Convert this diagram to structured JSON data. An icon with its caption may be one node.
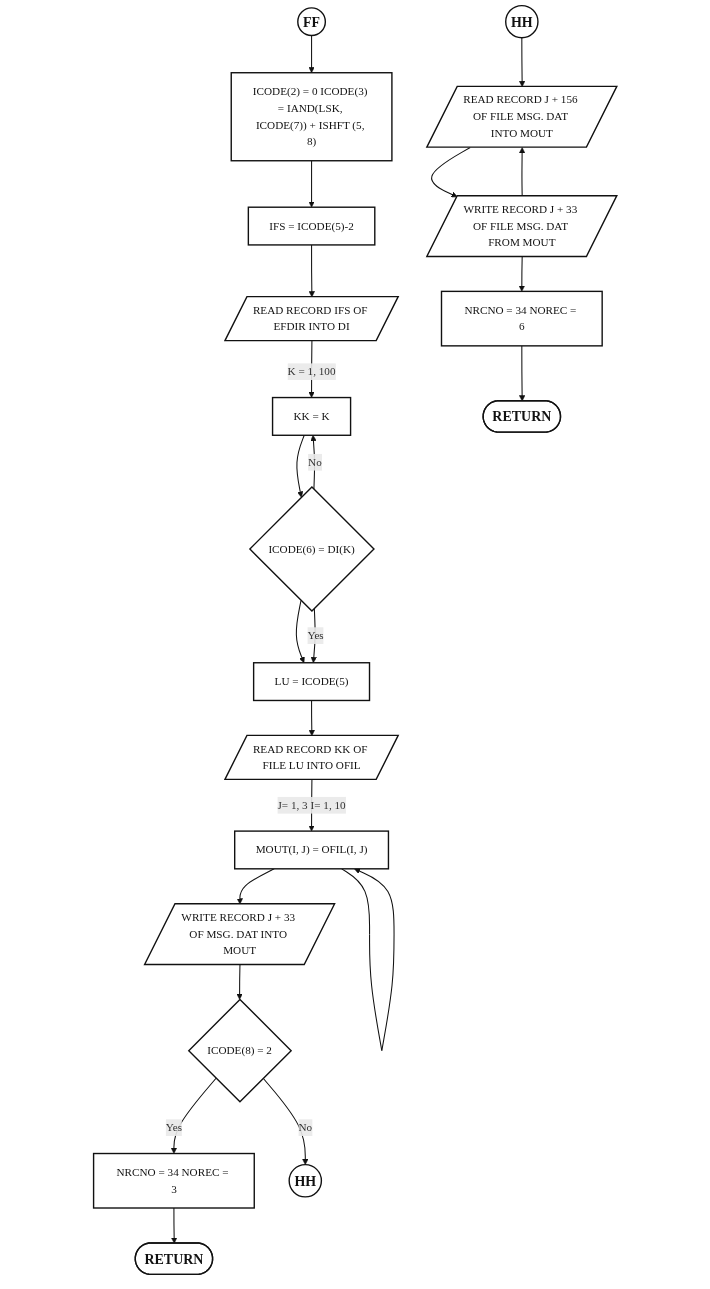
{
  "diagram": {
    "nodes": [
      {
        "text": [
          "FF"
        ]
      },
      {
        "text": [
          "ICODE(2) = 0 ICODE(3) = IAND(LSK, ICODE(7)) + ISHFT (5, 8)"
        ]
      },
      {
        "text": [
          "IFS = ICODE(5)-2"
        ]
      },
      {
        "text": [
          "READ RECORD IFS OF EFDIR INTO DI"
        ]
      },
      {
        "text": [
          "KK = K"
        ]
      },
      {
        "text": [
          "ICODE(6) = DI(K)"
        ]
      },
      {
        "text": [
          "LU = ICODE(5)"
        ]
      },
      {
        "text": [
          "READ RECORD KK OF FILE LU INTO OFIL"
        ]
      },
      {
        "text": [
          "MOUT(I, J) = OFIL(I, J)"
        ]
      },
      {
        "text": [
          "WRITE RECORD J + 33 OF MSG. DAT INTO MOUT"
        ]
      },
      {
        "text": [
          "ICODE(8) = 2"
        ]
      },
      {
        "text": [
          "NRCNO = 34 NOREC = 3"
        ]
      },
      {
        "text": [
          "RETURN"
        ]
      },
      {
        "text": [
          "HH"
        ]
      },
      {
        "text": [
          "HH"
        ]
      },
      {
        "text": [
          "READ RECORD J + 156 OF FILE MSG. DAT INTO MOUT"
        ]
      },
      {
        "text": [
          "WRITE RECORD J + 33 OF FILE MSG. DAT FROM MOUT"
        ]
      },
      {
        "text": [
          "NRCNO = 34 NOREC = 6"
        ]
      },
      {
        "text": [
          "RETURN"
        ]
      }
    ],
    "edges": [
      {
        "from": 0,
        "to": 1,
        "arrow": "to"
      },
      {
        "from": 1,
        "to": 2,
        "arrow": "to"
      },
      {
        "from": 2,
        "to": 3,
        "arrow": "to"
      },
      {
        "from": 3,
        "to": 4,
        "arrow": "to",
        "label": "K = 1, 100"
      },
      {
        "from": 4,
        "to": 5,
        "arrow": "to"
      },
      {
        "from": 5,
        "to": 4,
        "arrow": "to",
        "label": "No"
      },
      {
        "from": 5,
        "to": 6,
        "arrow": "to"
      },
      {
        "from": 5,
        "to": 6,
        "arrow": "to",
        "label": "Yes"
      },
      {
        "from": 6,
        "to": 7,
        "arrow": "to"
      },
      {
        "from": 7,
        "to": 8,
        "arrow": "to",
        "label": "J= 1, 3 I= 1, 10"
      },
      {
        "from": 8,
        "to": 8,
        "arrow": "to"
      },
      {
        "from": 8,
        "to": 9,
        "arrow": "to"
      },
      {
        "from": 9,
        "to": 10,
        "arrow": "to"
      },
      {
        "from": 10,
        "to": 11,
        "arrow": "to",
        "label": "Yes"
      },
      {
        "from": 11,
        "to": 12,
        "arrow": "to"
      },
      {
        "from": 10,
        "to": 13,
        "arrow": "to",
        "label": "No"
      },
      {
        "from": 14,
        "to": 15,
        "arrow": "to"
      },
      {
        "from": 15,
        "to": 16,
        "arrow": "to"
      },
      {
        "from": 16,
        "to": 15,
        "arrow": "to"
      },
      {
        "from": 16,
        "to": 17,
        "arrow": "to"
      },
      {
        "from": 17,
        "to": 18,
        "arrow": "to"
      }
    ]
  }
}
